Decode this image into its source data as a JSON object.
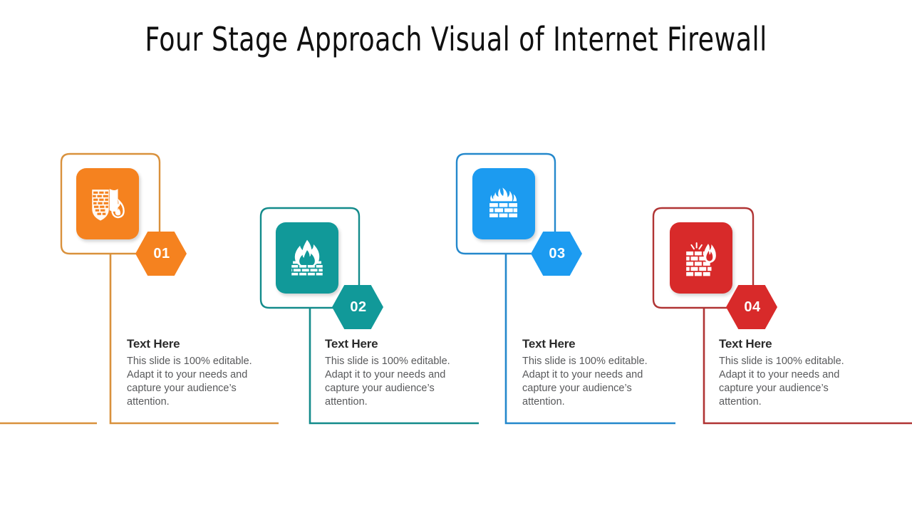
{
  "slide": {
    "title": "Four Stage Approach Visual of Internet Firewall",
    "background": "#FFFFFF"
  },
  "palette": {
    "orange": "#F5821F",
    "orange_outline": "#D9913C",
    "teal": "#119999",
    "teal_outline": "#138B8B",
    "blue": "#1C9BF0",
    "blue_outline": "#2488CC",
    "red": "#D82A2A",
    "red_outline": "#B03434",
    "title_text": "#101010",
    "heading_text": "#2B2B2B",
    "body_text": "#58595B",
    "badge_text": "#FFFFFF"
  },
  "stages": [
    {
      "number": "01",
      "color": "#F5821F",
      "outline": "#D9913C",
      "icon": "firewall-shield-flame-icon",
      "heading": "Text Here",
      "body": "This slide is 100% editable. Adapt it to your needs and capture your audience’s attention."
    },
    {
      "number": "02",
      "color": "#119999",
      "outline": "#138B8B",
      "icon": "flame-over-brickwall-icon",
      "heading": "Text Here",
      "body": "This slide is 100% editable. Adapt it to your needs and capture your audience’s attention."
    },
    {
      "number": "03",
      "color": "#1C9BF0",
      "outline": "#2488CC",
      "icon": "brickwall-flames-icon",
      "heading": "Text Here",
      "body": "This slide is 100% editable. Adapt it to your needs and capture your audience’s attention."
    },
    {
      "number": "04",
      "color": "#D82A2A",
      "outline": "#B03434",
      "icon": "brickwall-breach-flame-icon",
      "heading": "Text Here",
      "body": "This slide is 100% editable. Adapt it to your needs and capture your audience’s attention."
    }
  ]
}
